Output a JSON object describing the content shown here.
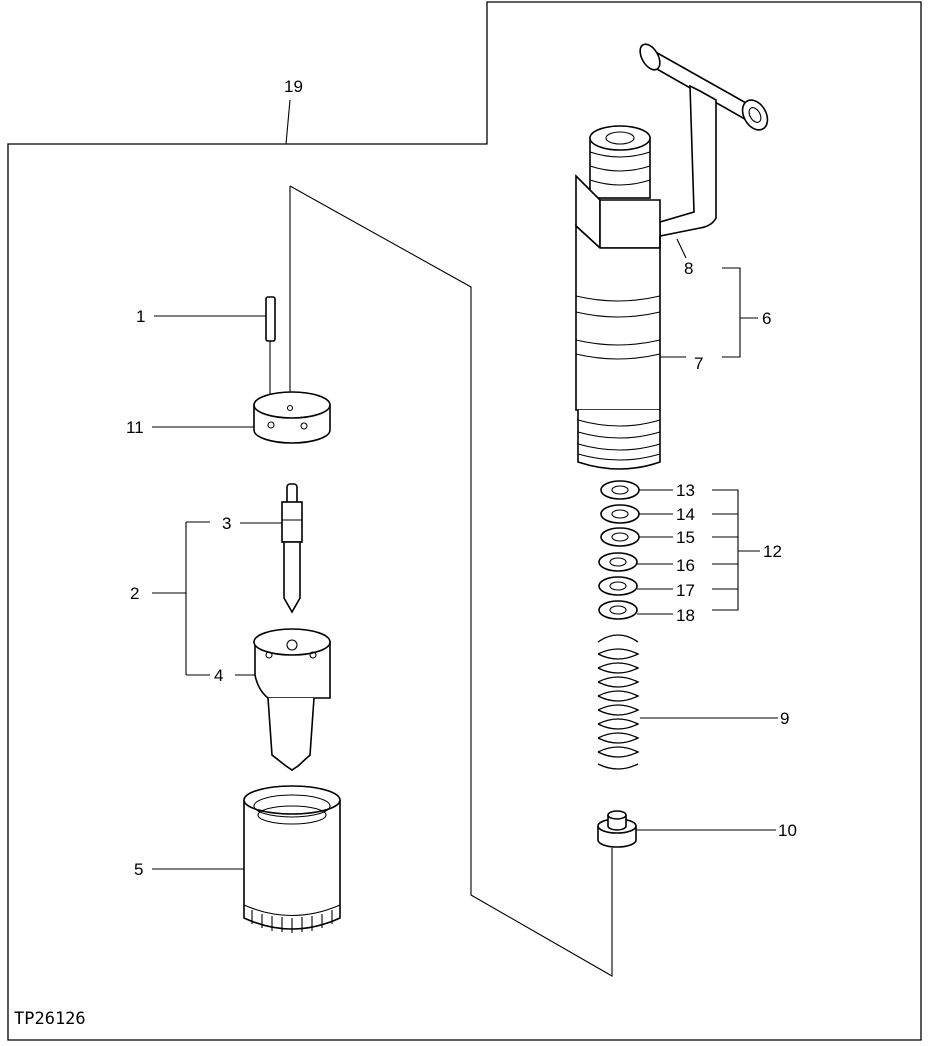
{
  "figure_code": "TP26126",
  "callouts": {
    "c1": "1",
    "c2": "2",
    "c3": "3",
    "c4": "4",
    "c5": "5",
    "c6": "6",
    "c7": "7",
    "c8": "8",
    "c9": "9",
    "c10": "10",
    "c11": "11",
    "c12": "12",
    "c13": "13",
    "c14": "14",
    "c15": "15",
    "c16": "16",
    "c17": "17",
    "c18": "18",
    "c19": "19"
  }
}
